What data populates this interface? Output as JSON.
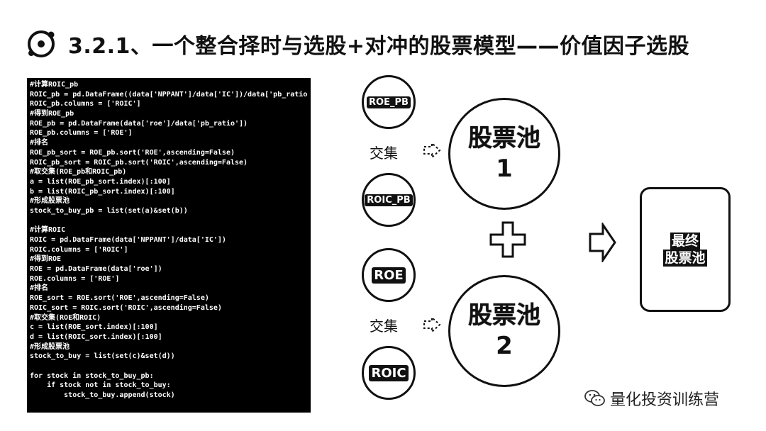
{
  "title": "3.2.1、一个整合择时与选股+对冲的股票模型——价值因子选股",
  "code_lines": [
    "#计算ROIC_pb",
    "ROIC_pb = pd.DataFrame((data['NPPANT']/data['IC'])/data['pb_ratio'",
    "ROIC_pb.columns = ['ROIC']",
    "#得到ROE_pb",
    "ROE_pb = pd.DataFrame(data['roe']/data['pb_ratio'])",
    "ROE_pb.columns = ['ROE']",
    "#排名",
    "ROE_pb_sort = ROE_pb.sort('ROE',ascending=False)",
    "ROIC_pb_sort = ROIC_pb.sort('ROIC',ascending=False)",
    "#取交集(ROE_pb和ROIC_pb)",
    "a = list(ROE_pb_sort.index)[:100]",
    "b = list(ROIC_pb_sort.index)[:100]",
    "#形成股票池",
    "stock_to_buy_pb = list(set(a)&set(b))",
    "",
    "#计算ROIC",
    "ROIC = pd.DataFrame(data['NPPANT']/data['IC'])",
    "ROIC.columns = ['ROIC']",
    "#得到ROE",
    "ROE = pd.DataFrame(data['roe'])",
    "ROE.columns = ['ROE']",
    "#排名",
    "ROE_sort = ROE.sort('ROE',ascending=False)",
    "ROIC_sort = ROIC.sort('ROIC',ascending=False)",
    "#取交集(ROE和ROIC)",
    "c = list(ROE_sort.index)[:100]",
    "d = list(ROIC_sort.index)[:100]",
    "#形成股票池",
    "stock_to_buy = list(set(c)&set(d))",
    "",
    "for stock in stock_to_buy_pb:",
    "    if stock not in stock_to_buy:",
    "        stock_to_buy.append(stock)"
  ],
  "diagram": {
    "factor_top_1": "ROE_PB",
    "factor_top_2": "ROIC_PB",
    "factor_bottom_1": "ROE",
    "factor_bottom_2": "ROIC",
    "intersection_label": "交集",
    "pool_title": "股票池",
    "pool_1_number": "1",
    "pool_2_number": "2",
    "final_line_1": "最终",
    "final_line_2": "股票池"
  },
  "watermark": "量化投资训练营"
}
